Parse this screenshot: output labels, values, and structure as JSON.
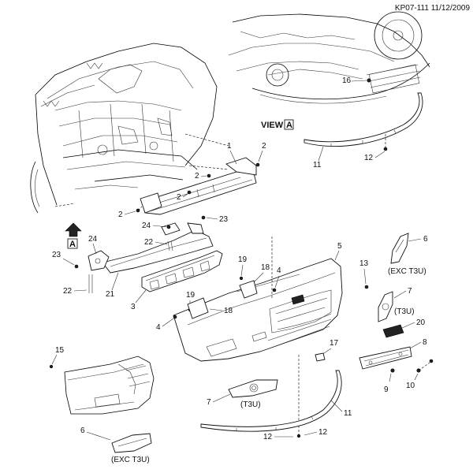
{
  "header": {
    "code": "KP07-111 11/12/2009"
  },
  "view": {
    "label": "VIEW",
    "letter": "A",
    "arrow_letter": "A"
  },
  "notes": {
    "exc_t3u_top": "(EXC T3U)",
    "t3u_right": "(T3U)",
    "t3u_bottom": "(T3U)",
    "exc_t3u_bottom": "(EXC T3U)"
  },
  "callouts": {
    "c1": "1",
    "c2a": "2",
    "c2b": "2",
    "c2c": "2",
    "c2d": "2",
    "c3": "3",
    "c4a": "4",
    "c4b": "4",
    "c5": "5",
    "c6a": "6",
    "c6b": "6",
    "c7a": "7",
    "c7b": "7",
    "c8": "8",
    "c9": "9",
    "c10": "10",
    "c11a": "11",
    "c11b": "11",
    "c12a": "12",
    "c12b": "12",
    "c12c": "12",
    "c13": "13",
    "c15": "15",
    "c16": "16",
    "c17": "17",
    "c18a": "18",
    "c18b": "18",
    "c19a": "19",
    "c19b": "19",
    "c20": "20",
    "c21": "21",
    "c22a": "22",
    "c22b": "22",
    "c23a": "23",
    "c23b": "23",
    "c24a": "24",
    "c24b": "24"
  }
}
